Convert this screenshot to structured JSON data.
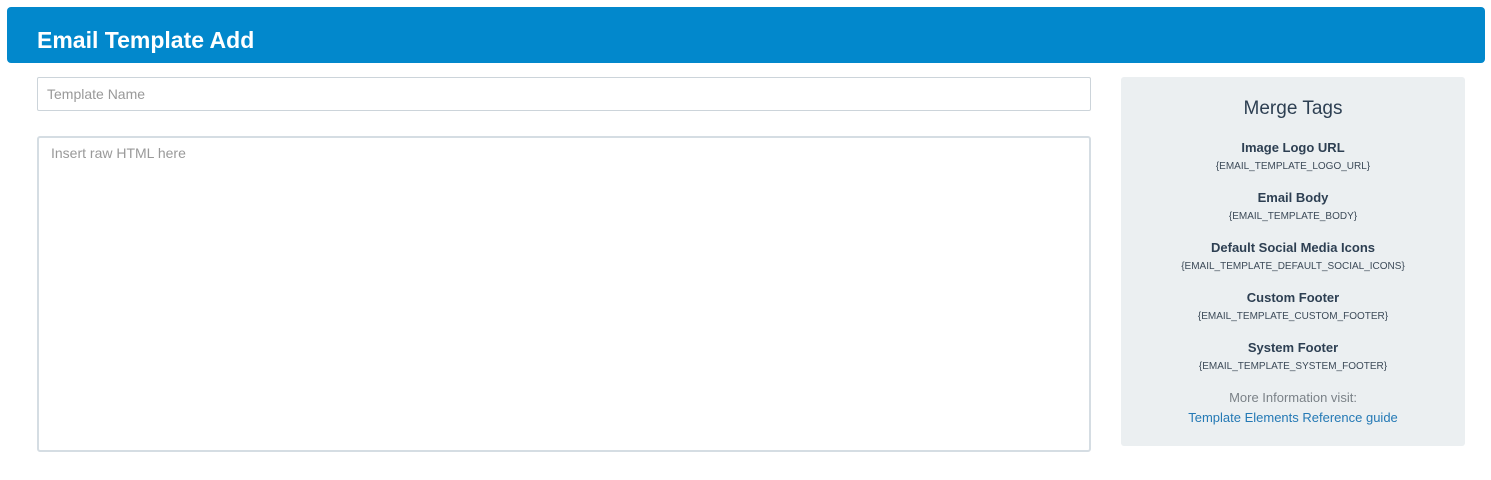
{
  "header": {
    "title": "Email Template Add"
  },
  "form": {
    "template_name_placeholder": "Template Name",
    "template_name_value": "",
    "html_placeholder": "Insert raw HTML here",
    "html_value": ""
  },
  "merge_tags": {
    "title": "Merge Tags",
    "items": [
      {
        "label": "Image Logo URL",
        "code": "{EMAIL_TEMPLATE_LOGO_URL}"
      },
      {
        "label": "Email Body",
        "code": "{EMAIL_TEMPLATE_BODY}"
      },
      {
        "label": "Default Social Media Icons",
        "code": "{EMAIL_TEMPLATE_DEFAULT_SOCIAL_ICONS}"
      },
      {
        "label": "Custom Footer",
        "code": "{EMAIL_TEMPLATE_CUSTOM_FOOTER}"
      },
      {
        "label": "System Footer",
        "code": "{EMAIL_TEMPLATE_SYSTEM_FOOTER}"
      }
    ],
    "more_info_text": "More Information visit:",
    "reference_link_text": "Template Elements Reference guide"
  },
  "colors": {
    "header_background": "#0288cc",
    "panel_background": "#ebeff1",
    "link": "#2479b5"
  }
}
